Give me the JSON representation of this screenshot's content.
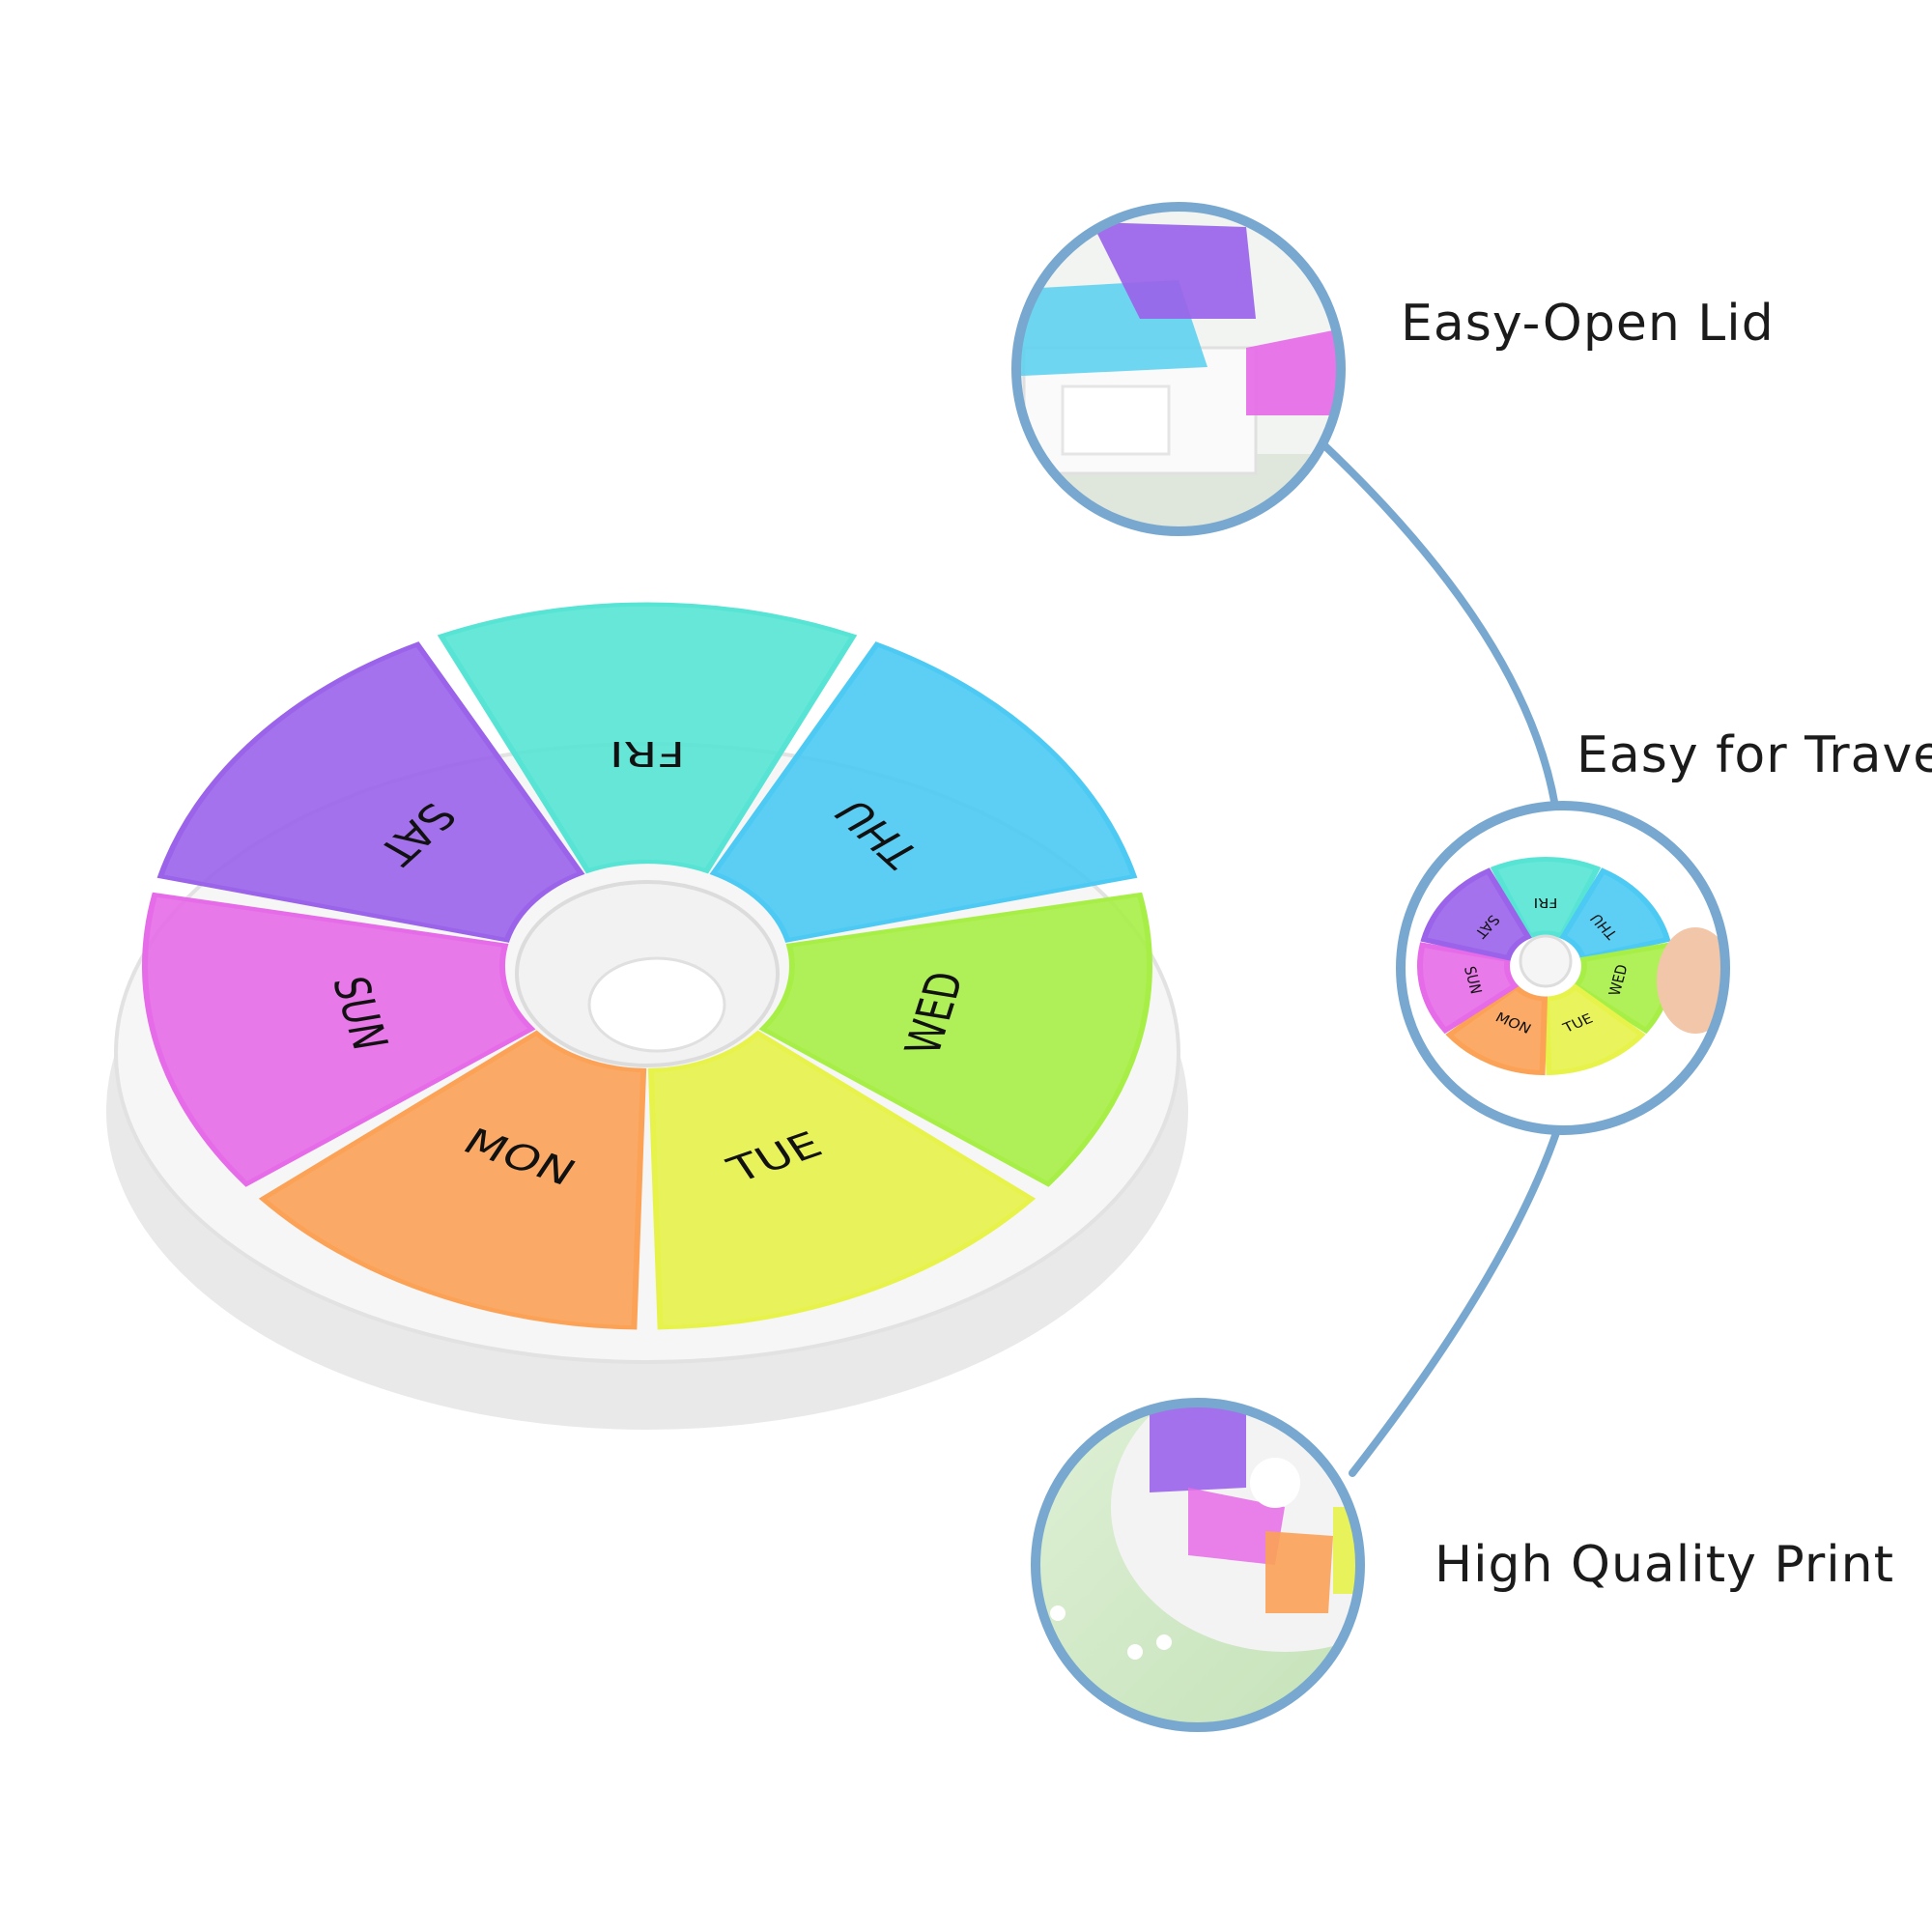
{
  "organizer": {
    "days": [
      {
        "label": "FRI",
        "color": "#57e4d4"
      },
      {
        "label": "THU",
        "color": "#4dcaf3"
      },
      {
        "label": "WED",
        "color": "#a7ef47"
      },
      {
        "label": "TUE",
        "color": "#e7f34a"
      },
      {
        "label": "MON",
        "color": "#fba257"
      },
      {
        "label": "SUN",
        "color": "#e66be8"
      },
      {
        "label": "SAT",
        "color": "#9a63ea"
      }
    ]
  },
  "features": [
    {
      "label": "Easy-Open Lid",
      "icon": "lid-open-photo"
    },
    {
      "label": "Easy for Travel",
      "icon": "organizer-in-hand-photo"
    },
    {
      "label": "High Quality Print",
      "icon": "printed-labels-photo"
    }
  ],
  "colors": {
    "ring": "#78a8cf",
    "connector": "#78a8cf",
    "base": "#f4f4f4",
    "table": "#cfe8c4"
  }
}
